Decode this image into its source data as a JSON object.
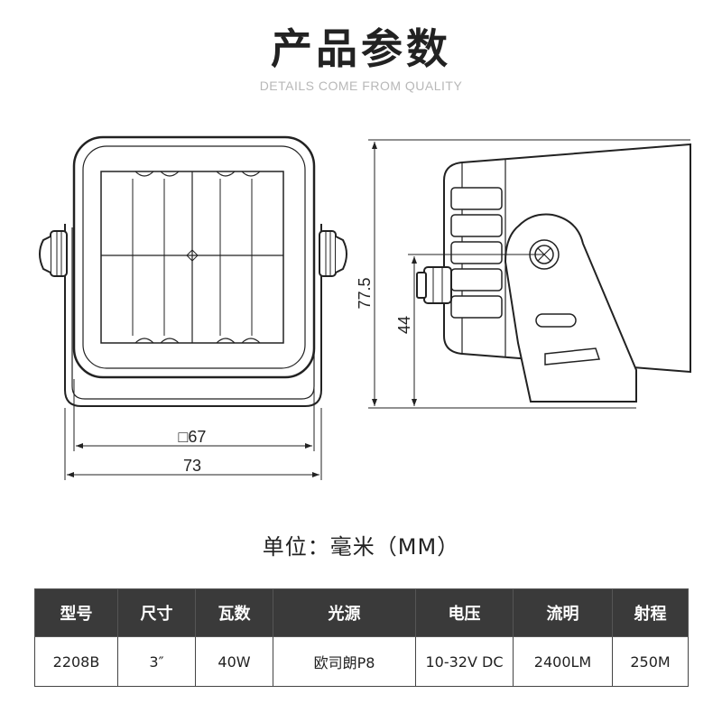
{
  "header": {
    "title": "产品参数",
    "subtitle": "DETAILS COME FROM QUALITY"
  },
  "drawing": {
    "dim_square": "□67",
    "dim_width": "73",
    "dim_height_total": "77.5",
    "dim_height_mount": "44"
  },
  "unit_label": "单位：毫米（MM）",
  "spec_table": {
    "headers": [
      "型号",
      "尺寸",
      "瓦数",
      "光源",
      "电压",
      "流明",
      "射程"
    ],
    "values": [
      "2208B",
      "3″",
      "40W",
      "欧司朗P8",
      "10-32V DC",
      "2400LM",
      "250M"
    ]
  }
}
